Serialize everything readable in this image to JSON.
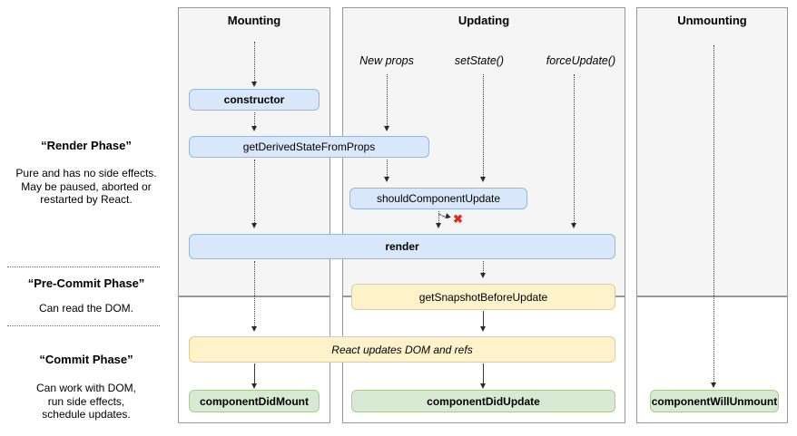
{
  "left_panel": {
    "phases": [
      {
        "title": "“Render Phase”",
        "lines": [
          "Pure and has no side effects.",
          "May be paused, aborted or",
          "restarted by React."
        ]
      },
      {
        "title": "“Pre-Commit Phase”",
        "lines": [
          "Can read the DOM."
        ]
      },
      {
        "title": "“Commit Phase”",
        "lines": [
          "Can work with DOM,",
          "run side effects,",
          "schedule updates."
        ]
      }
    ]
  },
  "columns": {
    "mounting": {
      "title": "Mounting"
    },
    "updating": {
      "title": "Updating",
      "triggers": [
        "New props",
        "setState()",
        "forceUpdate()"
      ]
    },
    "unmounting": {
      "title": "Unmounting"
    }
  },
  "nodes": {
    "constructor": "constructor",
    "get_derived_state_from_props": "getDerivedStateFromProps",
    "should_component_update": "shouldComponentUpdate",
    "render": "render",
    "get_snapshot_before_update": "getSnapshotBeforeUpdate",
    "react_updates_dom": "React updates DOM and refs",
    "component_did_mount": "componentDidMount",
    "component_did_update": "componentDidUpdate",
    "component_will_unmount": "componentWillUnmount"
  },
  "marks": {
    "skip_update_x": "✖"
  },
  "colors": {
    "node_blue_fill": "#d9e7fb",
    "node_yellow_fill": "#fdf2ca",
    "node_green_fill": "#d8e9d3",
    "column_gray_fill": "#f5f5f5",
    "x_red": "#e02b1d"
  }
}
